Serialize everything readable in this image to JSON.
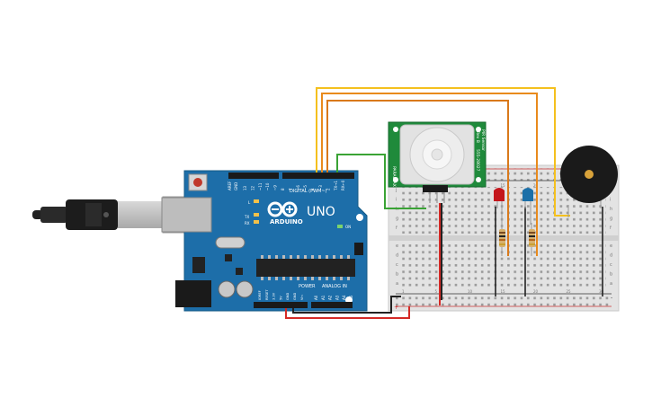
{
  "arduino": {
    "brand": "ARDUINO",
    "model": "UNO",
    "digital_header_label": "DIGITAL (PWM~)",
    "power_label": "POWER",
    "analog_label": "ANALOG IN",
    "tx_label": "TX",
    "rx_label": "RX",
    "l_label": "L",
    "on_label": "ON",
    "aref_label": "AREF",
    "gnd_label": "GND",
    "digital_pins": [
      "13",
      "12",
      "~11",
      "~10",
      "~9",
      "8",
      "7",
      "~6",
      "~5",
      "4",
      "~3",
      "2",
      "TX→1",
      "RX←0"
    ],
    "power_pins": [
      "IOREF",
      "RESET",
      "3.3V",
      "5V",
      "GND",
      "GND",
      "Vin"
    ],
    "analog_pins": [
      "A0",
      "A1",
      "A2",
      "A3",
      "A4",
      "A5"
    ]
  },
  "pir_sensor": {
    "label_left": "PIR Sensor",
    "label_right": "Rev B",
    "part_number": "555-28027",
    "brand": "PARALLAX"
  },
  "breadboard": {
    "row_letters_top": [
      "j",
      "i",
      "h",
      "g",
      "f"
    ],
    "row_letters_bottom": [
      "e",
      "d",
      "c",
      "b",
      "a"
    ],
    "column_numbers": [
      "1",
      "5",
      "10",
      "15",
      "20",
      "25",
      "30"
    ],
    "rail_plus": "+",
    "rail_minus": "-"
  },
  "components": {
    "led_red_color": "#c4161c",
    "led_blue_color": "#1b6fa8",
    "buzzer_color": "#1a1a1a"
  },
  "wire_colors": {
    "yellow": "#f4c01e",
    "orange": "#e98a1c",
    "orange_dark": "#d9791b",
    "green": "#3aa335",
    "red": "#d42a26",
    "black": "#222222"
  }
}
